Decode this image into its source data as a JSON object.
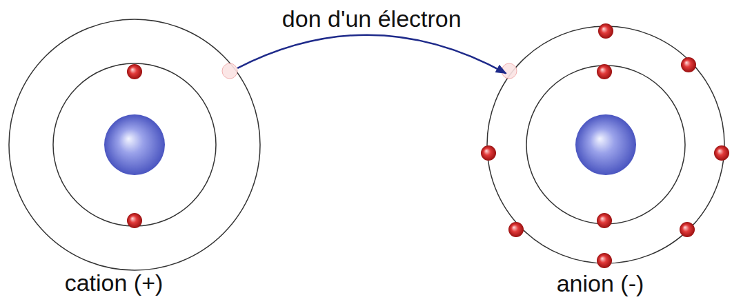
{
  "diagram": {
    "nodes": [
      {
        "text": [
          "cation (+)"
        ]
      },
      {
        "text": [
          "anion (-)"
        ]
      }
    ],
    "edges": [
      {
        "from": 0,
        "to": 1,
        "label": "don d'un électron",
        "arrow": "to"
      }
    ]
  }
}
